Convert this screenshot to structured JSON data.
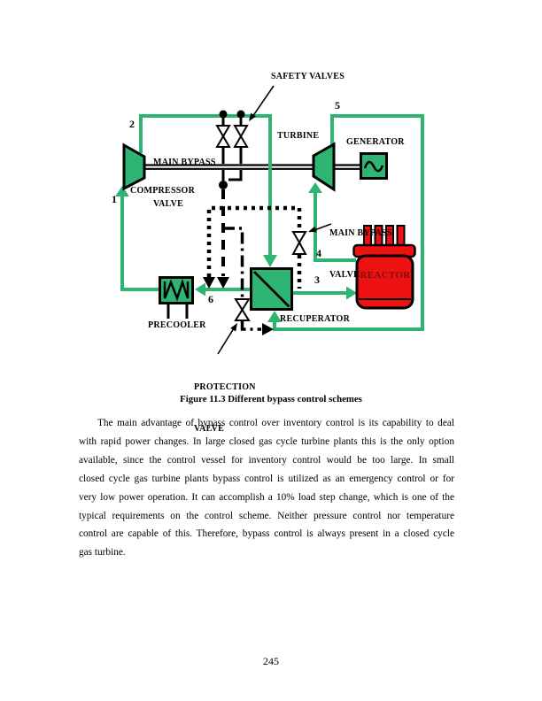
{
  "page": {
    "number": "245"
  },
  "colors": {
    "green": "#2fb573",
    "red": "#ee1111",
    "reactor_text": "#7a0f0f"
  },
  "figure": {
    "caption": "Figure 11.3 Different bypass control schemes",
    "labels": {
      "safety_valves": "SAFETY VALVES",
      "main_bypass_valve_top": {
        "line1": "MAIN BYPASS",
        "line2": "VALVE"
      },
      "turbine": "TURBINE",
      "generator": "GENERATOR",
      "compressor": "COMPRESSOR",
      "main_bypass_valve_mid": {
        "line1": "MAIN BYPASS",
        "line2": "VALVE"
      },
      "reactor": "REACTOR",
      "recuperator": "RECUPERATOR",
      "precooler": "PRECOOLER",
      "protection_valve": {
        "line1": "PROTECTION",
        "line2": "VALVE"
      }
    },
    "state_points": {
      "1": "1",
      "2": "2",
      "3": "3",
      "4": "4",
      "5": "5",
      "6": "6"
    }
  },
  "body": {
    "paragraph_lines": [
      "The main advantage of bypass control over inventory control is its capability to deal",
      "with rapid power changes.  In large closed gas cycle turbine plants this is the only option",
      "available, since the control vessel for inventory control would be too large.  In small",
      "closed cycle gas turbine plants bypass control is utilized as an emergency control or for",
      "very low power operation.  It can accomplish a 10% load step change, which is one of the",
      "typical requirements on the control scheme.  Neither pressure control nor temperature",
      "control are capable of this.  Therefore, bypass control is always present in a closed cycle",
      "gas turbine."
    ]
  }
}
